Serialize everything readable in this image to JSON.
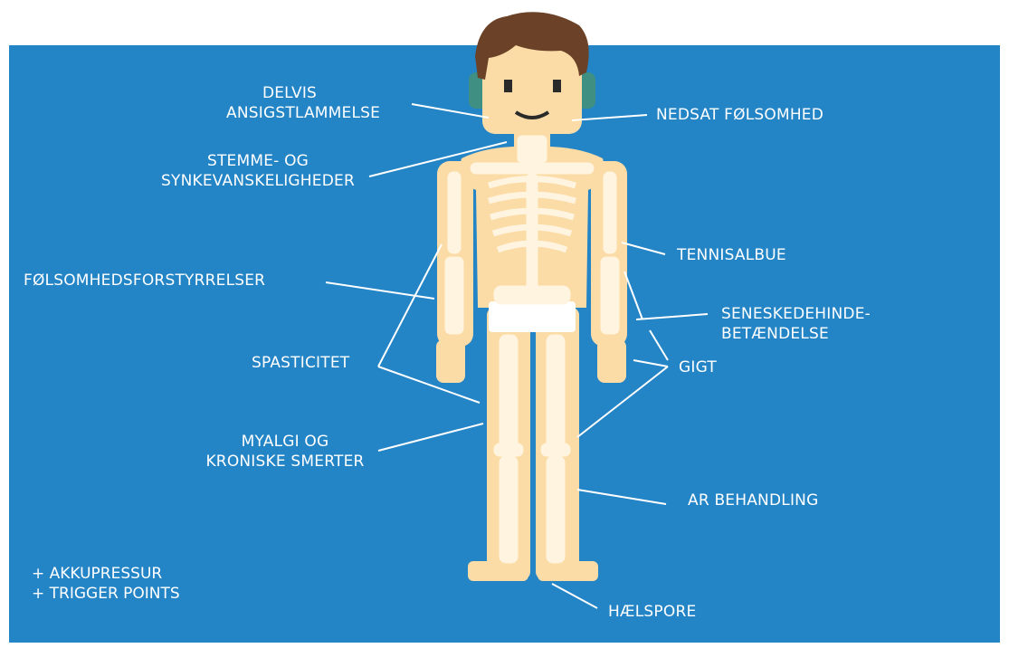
{
  "colors": {
    "background_panel": "#2384c6",
    "skin": "#fbdba6",
    "bone": "#fff4df",
    "hair": "#6b4128",
    "headphones": "#3f8f83",
    "line": "#ffffff"
  },
  "labels": {
    "delvis_ansigtslammelse": [
      "DELVIS",
      "ANSIGSTLAMMELSE"
    ],
    "nedsat_folsomhed": [
      "NEDSAT FØLSOMHED"
    ],
    "stemme_synke": [
      "STEMME- OG",
      "SYNKEVANSKELIGHEDER"
    ],
    "tennisalbue": [
      "TENNISALBUE"
    ],
    "folsomhedsforstyrrelser": [
      "FØLSOMHEDSFORSTYRRELSER"
    ],
    "seneskedehinde": [
      "SENESKEDEHINDE-",
      "BETÆNDELSE"
    ],
    "spasticitet": [
      "SPASTICITET"
    ],
    "gigt": [
      "GIGT"
    ],
    "myalgi": [
      "MYALGI OG",
      "KRONISKE SMERTER"
    ],
    "ar_behandling": [
      "AR BEHANDLING"
    ],
    "haelspore": [
      "HÆLSPORE"
    ]
  },
  "footer_notes": [
    "+ AKKUPRESSUR",
    "+ TRIGGER POINTS"
  ]
}
